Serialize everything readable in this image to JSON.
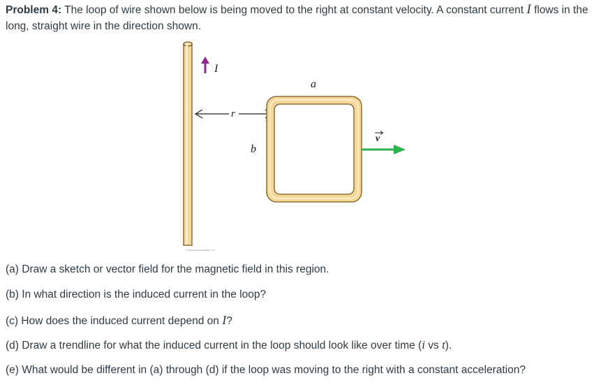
{
  "problem": {
    "label": "Problem 4:",
    "text_before_I": "The loop of wire shown below is being moved to the right at constant velocity. A constant current",
    "current_symbol": "I",
    "text_after_I": "flows in the long, straight wire in the direction shown."
  },
  "figure": {
    "current_label": "I",
    "r_label": "r",
    "a_label": "a",
    "b_label": "b",
    "v_label": "v",
    "copyright": "© 2012 Pearson Education, Inc.",
    "colors": {
      "wire": "#f5d89a",
      "wire_edge": "#7a5a1a",
      "current_arrow": "#8b2a8f",
      "velocity_arrow": "#2bb24c"
    }
  },
  "questions": {
    "a": "(a) Draw a sketch or vector field for the magnetic field in this region.",
    "b": "(b) In what direction is the induced current in the loop?",
    "c_before": "(c) How does the induced current depend on",
    "c_symbol": "I",
    "c_after": "?",
    "d_before": "(d) Draw a trendline for what the induced current in the loop should look like over time (",
    "d_i": "i",
    "d_vs": " vs ",
    "d_t": "t",
    "d_after": ").",
    "e": "(e) What would be different in (a) through (d) if the loop was moving to the right with a constant acceleration?"
  }
}
